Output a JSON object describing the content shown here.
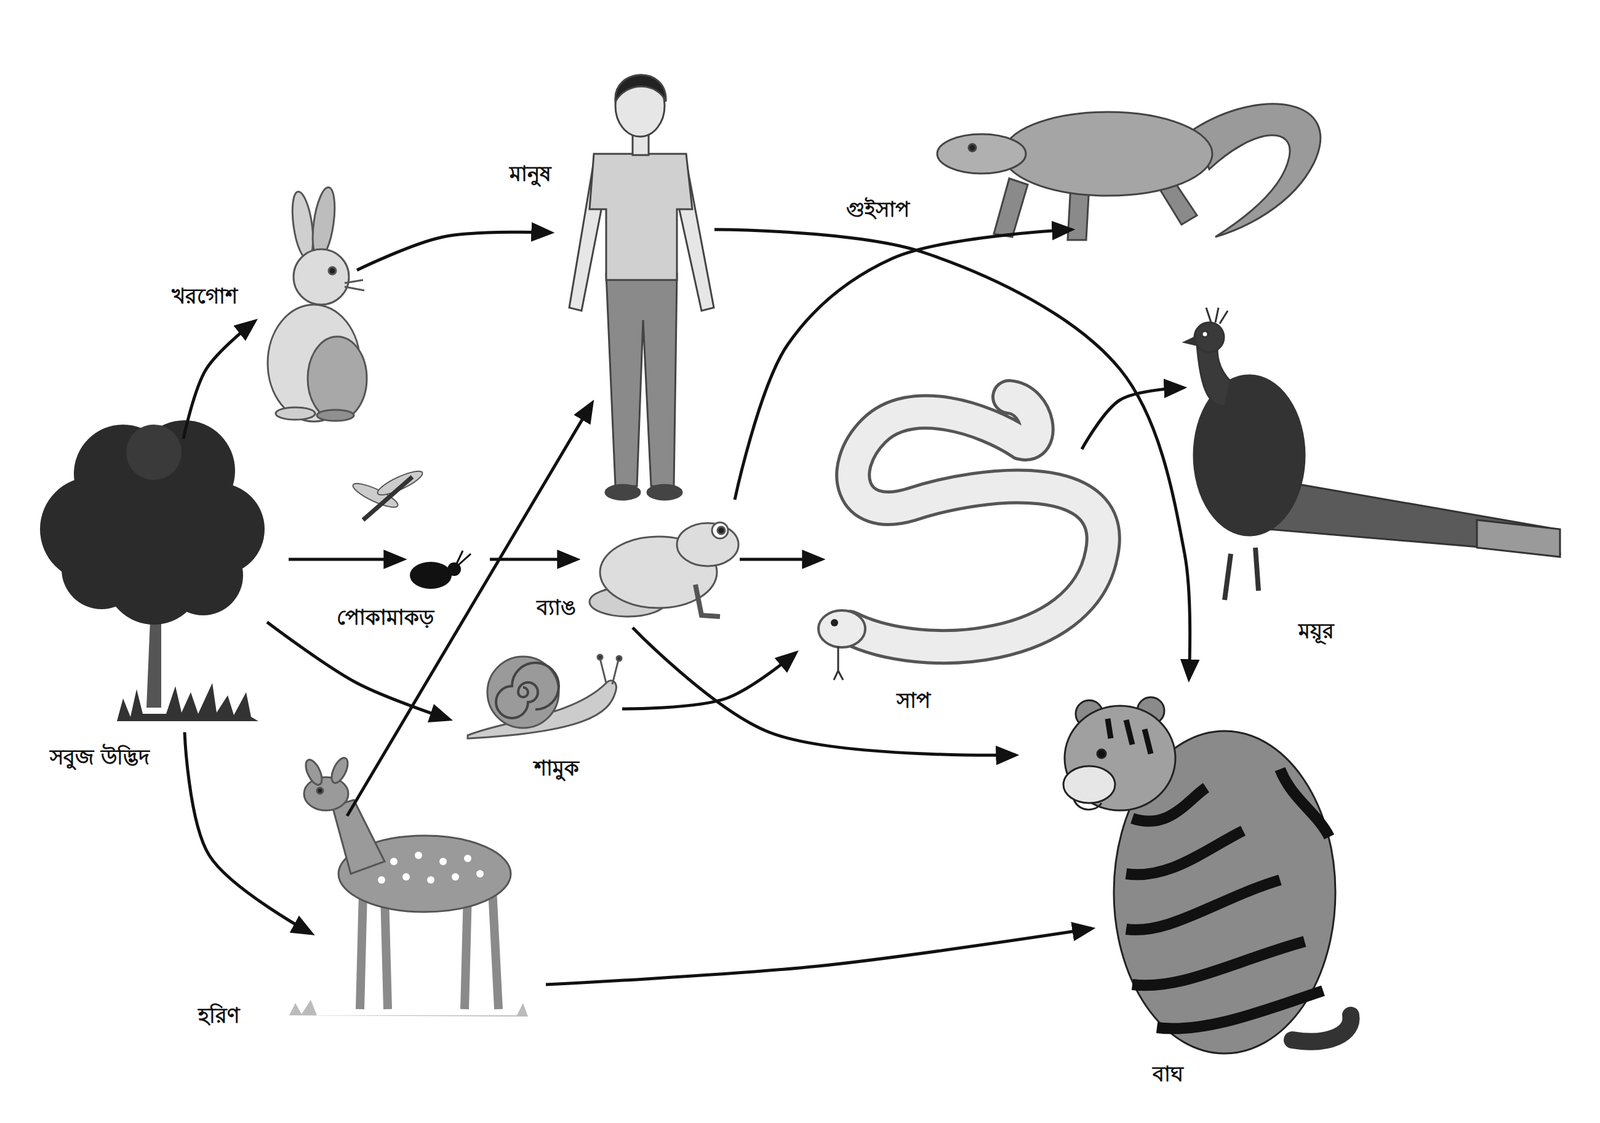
{
  "diagram": {
    "nodes": [
      {
        "text": [
          "মানুষ"
        ]
      },
      {
        "text": [
          "গুইসাপ"
        ]
      },
      {
        "text": [
          "খরগোশ"
        ]
      },
      {
        "text": [
          "ময়ূর"
        ]
      },
      {
        "text": [
          "সবুজ উদ্ভিদ"
        ]
      },
      {
        "text": [
          "পোকামাকড়"
        ]
      },
      {
        "text": [
          "ব্যাঙ"
        ]
      },
      {
        "text": [
          "সাপ"
        ]
      },
      {
        "text": [
          "শামুক"
        ]
      },
      {
        "text": [
          "বাঘ"
        ]
      },
      {
        "text": [
          "হরিণ"
        ]
      }
    ],
    "edges": [
      {
        "from": 4,
        "to": 2,
        "arrow": "to"
      },
      {
        "from": 2,
        "to": 0,
        "arrow": "to"
      },
      {
        "from": 4,
        "to": 5,
        "arrow": "to"
      },
      {
        "from": 5,
        "to": 6,
        "arrow": "to"
      },
      {
        "from": 4,
        "to": 8,
        "arrow": "to"
      },
      {
        "from": 4,
        "to": 10,
        "arrow": "to"
      },
      {
        "from": 10,
        "to": 0,
        "arrow": "to"
      },
      {
        "from": 10,
        "to": 9,
        "arrow": "to"
      },
      {
        "from": 0,
        "to": 9,
        "arrow": "to"
      },
      {
        "from": 6,
        "to": 1,
        "arrow": "to"
      },
      {
        "from": 6,
        "to": 7,
        "arrow": "to"
      },
      {
        "from": 6,
        "to": 9,
        "arrow": "to"
      },
      {
        "from": 8,
        "to": 7,
        "arrow": "to"
      },
      {
        "from": 7,
        "to": 3,
        "arrow": "to"
      }
    ]
  }
}
